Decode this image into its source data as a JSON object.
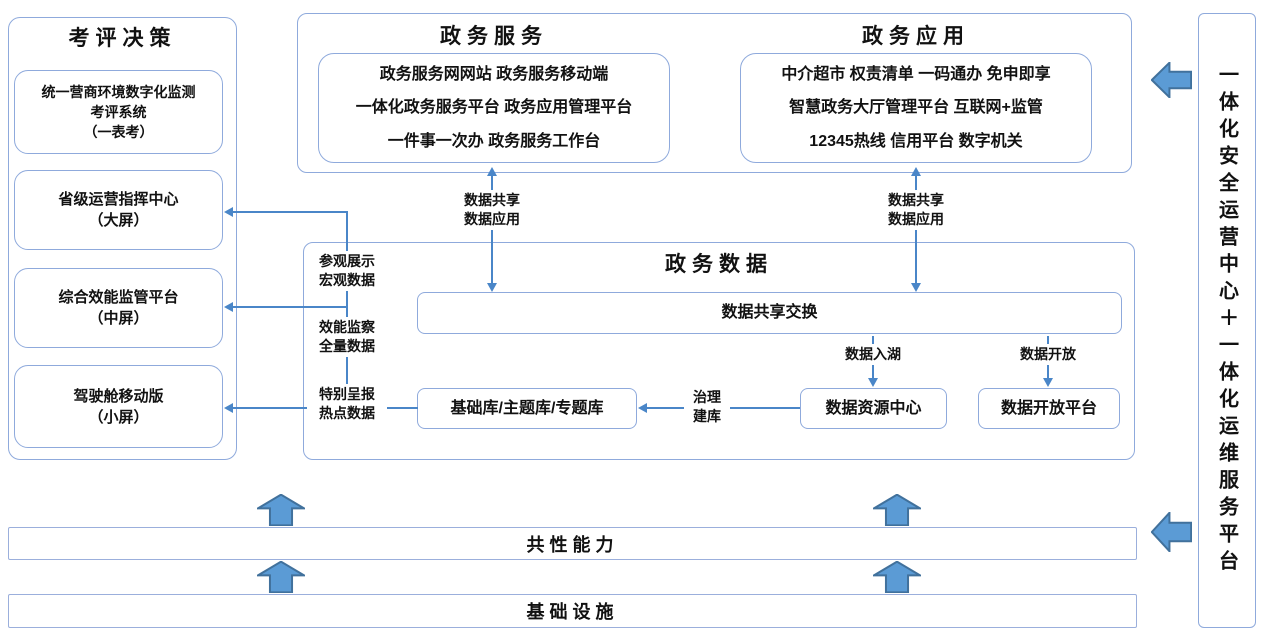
{
  "colors": {
    "box_border": "#8FAADC",
    "connector_line": "#4A86C8",
    "block_arrow_fill": "#5B9BD5",
    "block_arrow_stroke": "#41719C",
    "text": "#111111"
  },
  "left_panel": {
    "title": "考评决策",
    "boxes": [
      {
        "lines": [
          "统一营商环境数字化监测",
          "考评系统",
          "（一表考）"
        ]
      },
      {
        "lines": [
          "省级运营指挥中心",
          "（大屏）"
        ]
      },
      {
        "lines": [
          "综合效能监管平台",
          "（中屏）"
        ]
      },
      {
        "lines": [
          "驾驶舱移动版",
          "（小屏）"
        ]
      }
    ]
  },
  "top_panel": {
    "service": {
      "title": "政务服务",
      "lines": [
        "政务服务网网站 政务服务移动端",
        "一体化政务服务平台 政务应用管理平台",
        "一件事一次办 政务服务工作台"
      ]
    },
    "application": {
      "title": "政务应用",
      "lines": [
        "中介超市 权责清单 一码通办 免申即享",
        "智慧政务大厅管理平台 互联网+监管",
        "12345热线 信用平台 数字机关"
      ]
    }
  },
  "flow": {
    "share_apply": {
      "lines": [
        "数据共享",
        "数据应用"
      ]
    },
    "lake_label": "数据入湖",
    "open_label": "数据开放",
    "govern_label": {
      "lines": [
        "治理",
        "建库"
      ]
    },
    "side_labels": [
      {
        "lines": [
          "参观展示",
          "宏观数据"
        ]
      },
      {
        "lines": [
          "效能监察",
          "全量数据"
        ]
      },
      {
        "lines": [
          "特别呈报",
          "热点数据"
        ]
      }
    ]
  },
  "data_panel": {
    "title": "政务数据",
    "exchange_box": "数据共享交换",
    "base_db_box": "基础库/主题库/专题库",
    "resource_center_box": "数据资源中心",
    "open_platform_box": "数据开放平台"
  },
  "bars": {
    "capability": "共性能力",
    "infrastructure": "基础设施"
  },
  "right_panel": {
    "title": "一体化安全运营中心＋一体化运维服务平台"
  }
}
